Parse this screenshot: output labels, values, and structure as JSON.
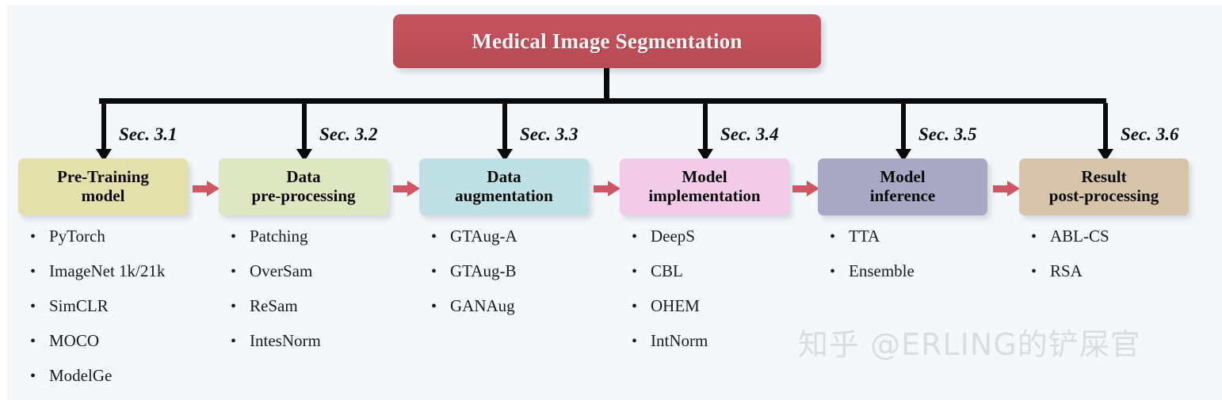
{
  "diagram": {
    "root": {
      "title": "Medical Image Segmentation",
      "color": "#c0505a"
    },
    "section_labels": [
      "Sec. 3.1",
      "Sec. 3.2",
      "Sec. 3.3",
      "Sec. 3.4",
      "Sec. 3.5",
      "Sec. 3.6"
    ],
    "stages": [
      {
        "title": "Pre-Training\nmodel",
        "color": "#e4e0ab",
        "items": [
          "PyTorch",
          "ImageNet 1k/21k",
          "SimCLR",
          "MOCO",
          "ModelGe"
        ]
      },
      {
        "title": "Data\npre-processing",
        "color": "#dfe7c2",
        "items": [
          "Patching",
          "OverSam",
          "ReSam",
          "IntesNorm"
        ]
      },
      {
        "title": "Data\naugmentation",
        "color": "#bfe0e4",
        "items": [
          "GTAug-A",
          "GTAug-B",
          "GANAug"
        ]
      },
      {
        "title": "Model\nimplementation",
        "color": "#f1cbe8",
        "items": [
          "DeepS",
          "CBL",
          "OHEM",
          "IntNorm"
        ]
      },
      {
        "title": "Model\ninference",
        "color": "#a9a9c6",
        "items": [
          "TTA",
          "Ensemble"
        ]
      },
      {
        "title": "Result\npost-processing",
        "color": "#d6c5ab",
        "items": [
          "ABL-CS",
          "RSA"
        ]
      }
    ],
    "connector_arrow_color": "#cf5662",
    "bullet_glyph": "•",
    "watermark": "知乎 @ERLING的铲屎官"
  }
}
